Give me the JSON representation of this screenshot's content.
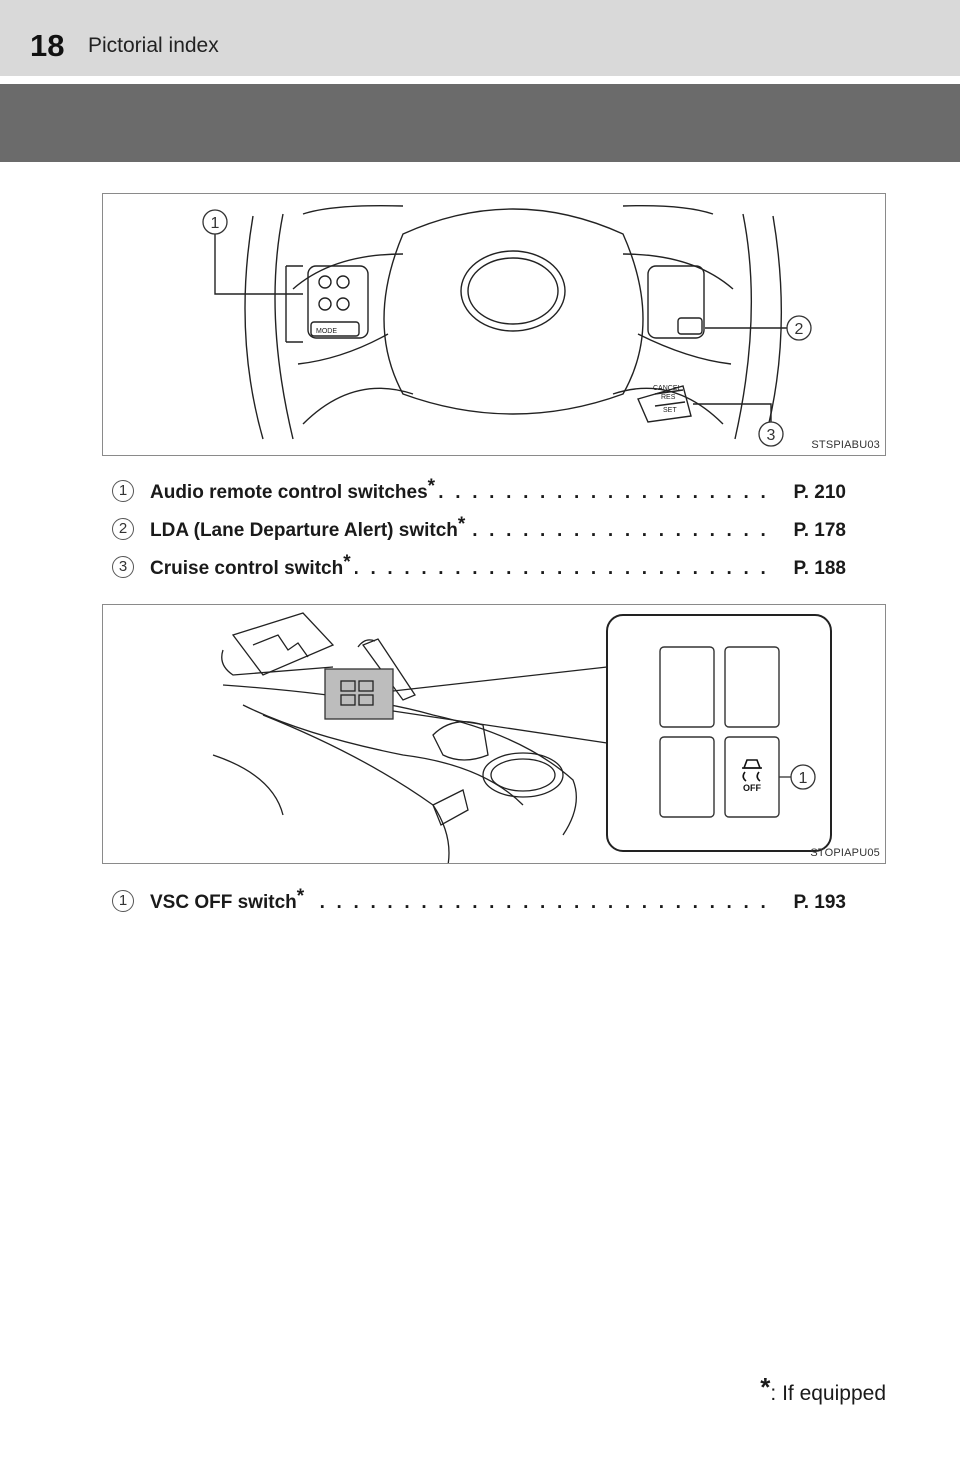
{
  "header": {
    "page_number": "18",
    "section_title": "Pictorial index"
  },
  "figure1": {
    "code": "STSPIABU03",
    "callouts": [
      "1",
      "2",
      "3"
    ],
    "switch_labels": {
      "mode": "MODE",
      "res": "RES",
      "set": "SET",
      "cancel": "CANCEL"
    }
  },
  "entries1": [
    {
      "num": "1",
      "label": "Audio remote control switches",
      "star": "*",
      "page": "P. 210"
    },
    {
      "num": "2",
      "label": "LDA (Lane Departure Alert) switch",
      "star": "*",
      "page": "P. 178"
    },
    {
      "num": "3",
      "label": "Cruise control switch",
      "star": "*",
      "page": "P. 188"
    }
  ],
  "figure2": {
    "code": "STOPIAPU05",
    "callout": "1",
    "switch_text": "OFF"
  },
  "entries2": [
    {
      "num": "1",
      "label": "VSC OFF switch",
      "star": "*",
      "page": "P. 193"
    }
  ],
  "footnote": {
    "star": "*",
    "text": ": If equipped"
  },
  "colors": {
    "header_bg": "#d9d9d9",
    "band": "#6b6b6b"
  }
}
